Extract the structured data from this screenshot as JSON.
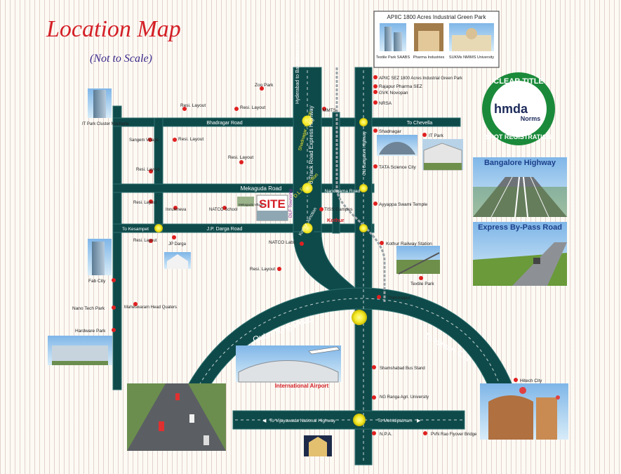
{
  "title": "Location Map",
  "subtitle": "(Not to Scale)",
  "site_label": "SITE",
  "dlf_township": "DLF Township",
  "apiic_box": {
    "heading": "APIIC 1800 Acres Industrial Green Park",
    "items": [
      "Textile Park SAABS",
      "Pharma Industries",
      "SUKMs NMIMS University"
    ]
  },
  "badge": {
    "top": "CLEAR TITLE",
    "brand": "hmda",
    "norms": "Norms",
    "bottom": "SPOT REGISTRATION"
  },
  "panels": {
    "bangalore_highway": "Bangalore Highway",
    "express_bypass": "Express By-Pass Road",
    "international_airport": "International Airport"
  },
  "roads": {
    "bhadragar_road": "Bhadragar Road",
    "to_chevella": "To Chevella",
    "mekaguda_road": "Mekaguda Road",
    "nandigama_road": "Nandigama Road",
    "jp_darga_road": "J.P. Darga Road",
    "to_kesampet": "To Kesampet",
    "six_track": "6 Track Road Express Highway",
    "hyderabad_bangalore": "Hyderabad to Bangalore N.H. 7",
    "old_bangalore": "Old Bangalore Highway",
    "outer_ring_road": "Outer Ring Road",
    "to_hitech_city": "To Hitech City",
    "to_vijayawada": "To Vijayawada National Highway",
    "to_mahbubnagar": "To Mehidipatnam"
  },
  "junctions": {
    "shadnagar": "Shadnagar Junction",
    "dlf": "D.L.F. Junction",
    "kothur": "Kothur Junction"
  },
  "places": {
    "zoo_park": "Zoo Park",
    "resi_layout": "Resi. Layout",
    "mmts": "MMTS",
    "it_park_cluster": "IT Park Cluster Mucharla",
    "sangem_village": "Sangem Village",
    "innuleneva": "Innuleneva",
    "natco_school": "NATCO School",
    "mekaguda_village": "Mekaguda Village",
    "jp_darga": "JP Darga",
    "natco_labs": "NATCO Labs",
    "tiss_campus": "TISS Campus",
    "kothur": "Kothur",
    "fab_city": "Fab City",
    "nano_tech_park": "Nano Tech Park",
    "hardware_park": "Hardware Park",
    "maheswaram": "Maheswaram Head Quaters",
    "apiic_sez": "APIIC SEZ 1800 Acres Industrial Green Park",
    "rajapur_pharma": "Rajapur Pharma SEZ",
    "gvk_novopan": "GVK Novopan",
    "nrsa": "NRSA",
    "shadnagar": "Shadnagar",
    "it_park": "IT Park",
    "tata_science_city": "TATA Science City",
    "ayyappa_temple": "Ayyappa Swami Temple",
    "kothur_railway": "Kothur Railway Station",
    "textile_park": "Textile Park",
    "thimmapur": "Thimmapur",
    "shamshabad_bus": "Shamshabad Bus Stand",
    "ng_ranga": "NG Ranga Agri. University",
    "npa": "N.P.A.",
    "pvn_rao": "PVN Rao Flyover Bridge",
    "hitech_city": "Hitech City"
  },
  "colors": {
    "road": "#0f4a4a",
    "road_edge": "#2d7070",
    "accent_red": "#d42027",
    "badge_green": "#1a8a3a",
    "junction_yellow": "#f4ea2a"
  }
}
